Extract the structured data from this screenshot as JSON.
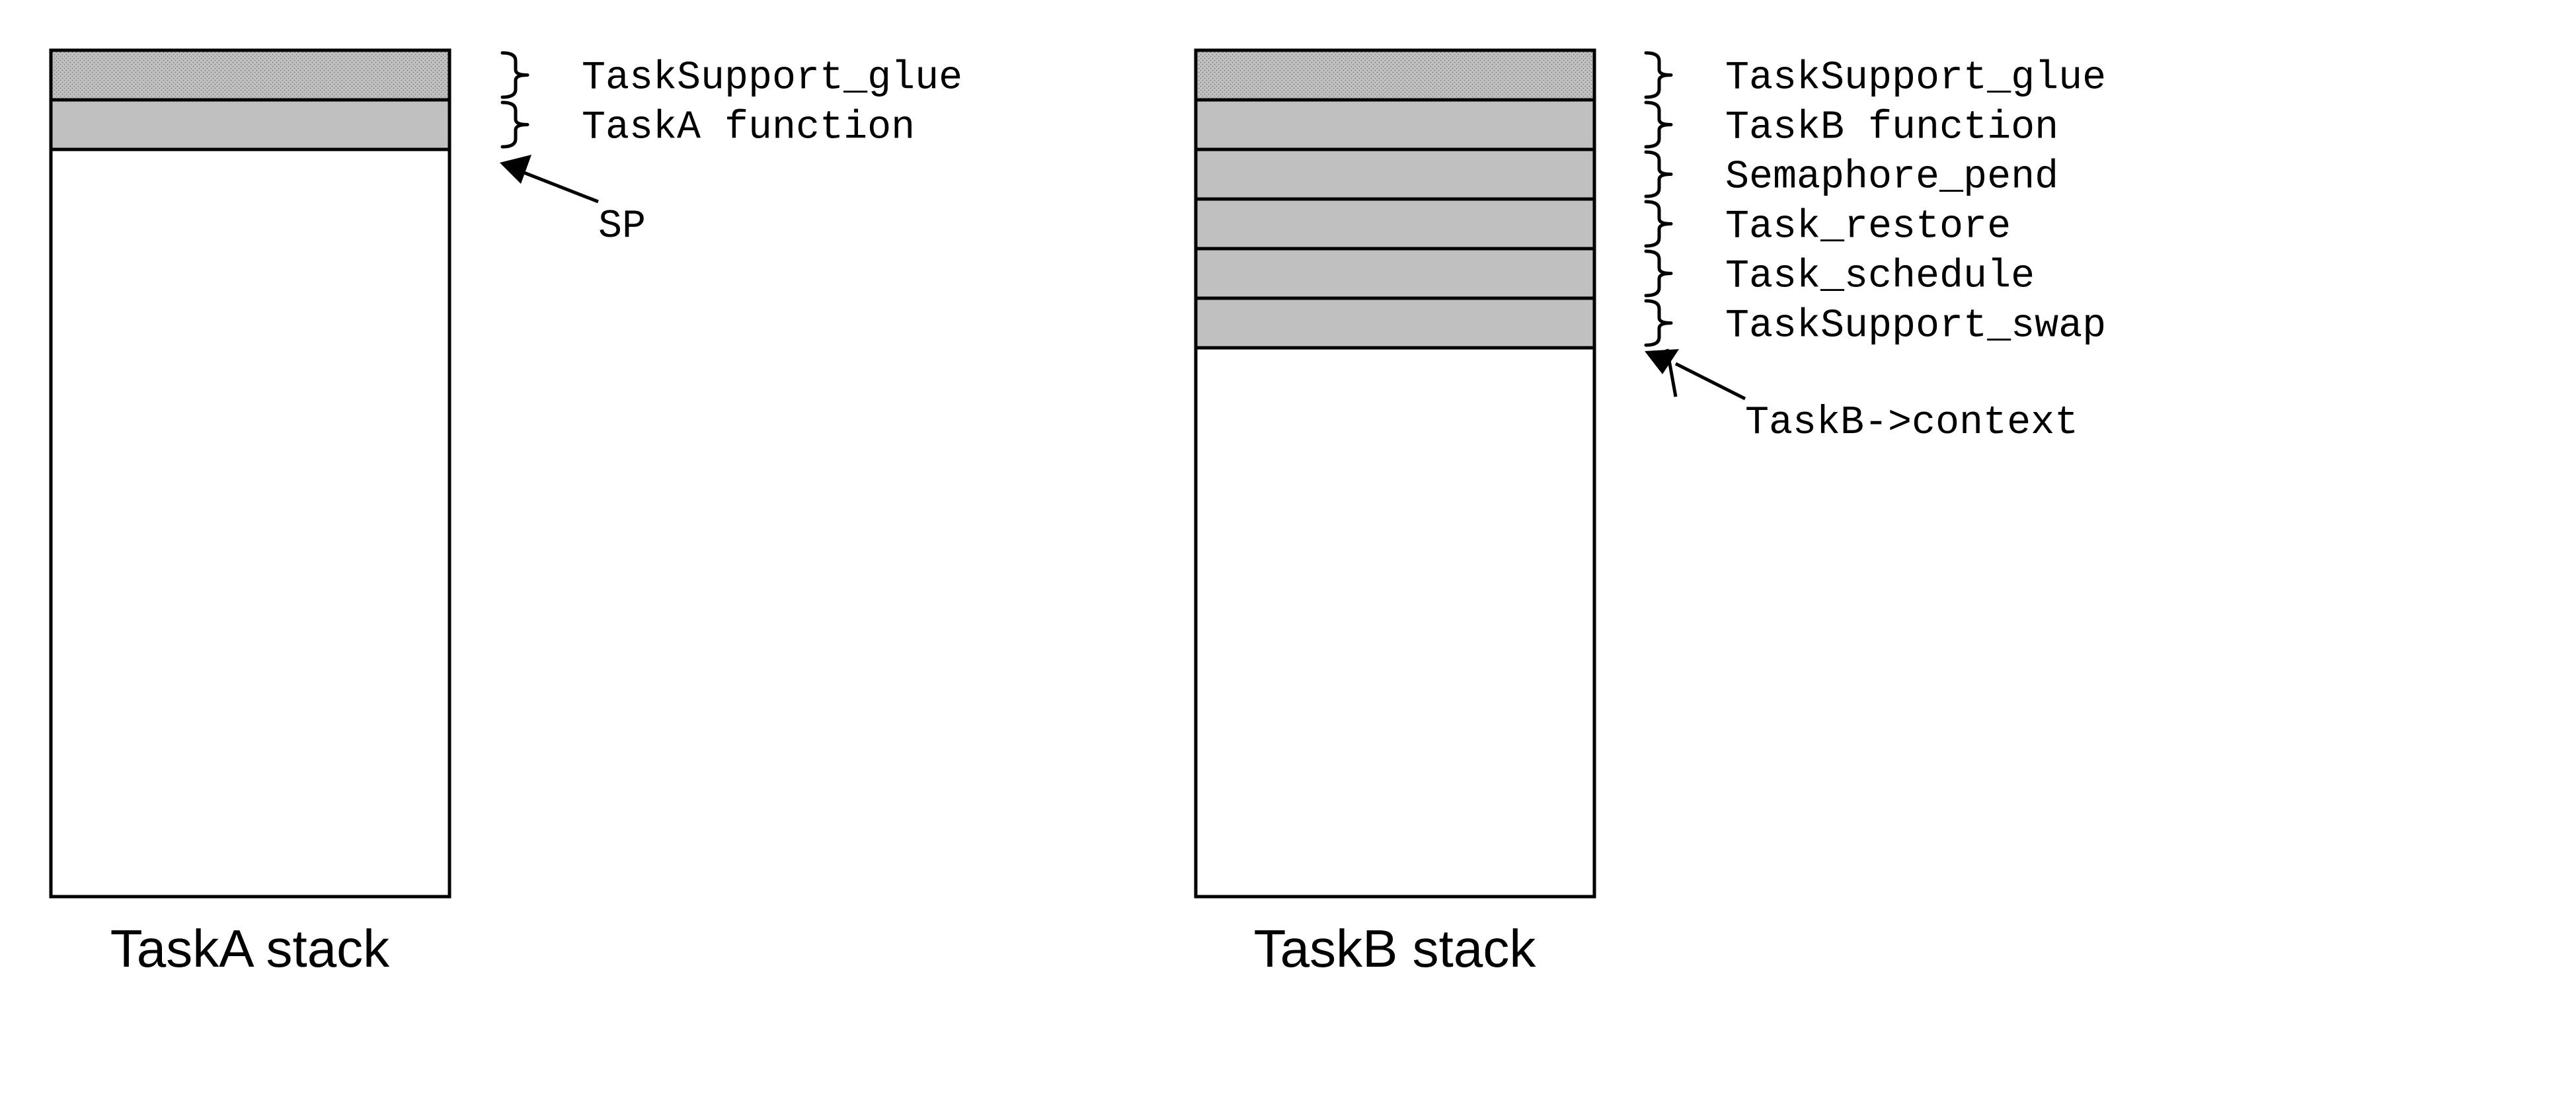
{
  "colors": {
    "frame_color": "#000000",
    "frame_fill": "#c0c0c0",
    "glue_fill": "#b8b8b8"
  },
  "task_a": {
    "caption": "TaskA stack",
    "frames": [
      {
        "label": "TaskSupport_glue",
        "kind": "glue"
      },
      {
        "label": "TaskA function",
        "kind": "frame"
      }
    ],
    "pointer_label": "SP"
  },
  "task_b": {
    "caption": "TaskB stack",
    "frames": [
      {
        "label": "TaskSupport_glue",
        "kind": "glue"
      },
      {
        "label": "TaskB function",
        "kind": "frame"
      },
      {
        "label": "Semaphore_pend",
        "kind": "frame"
      },
      {
        "label": "Task_restore",
        "kind": "frame"
      },
      {
        "label": "Task_schedule",
        "kind": "frame"
      },
      {
        "label": "TaskSupport_swap",
        "kind": "frame"
      }
    ],
    "pointer_label": "TaskB->context"
  }
}
